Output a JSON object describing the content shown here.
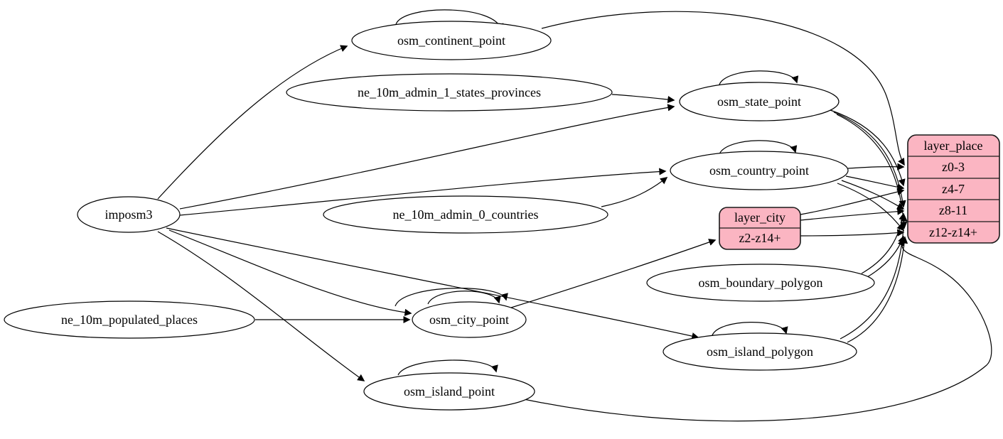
{
  "diagram": {
    "nodes": {
      "imposm3": "imposm3",
      "osm_continent_point": "osm_continent_point",
      "ne_10m_admin_1_states_provinces": "ne_10m_admin_1_states_provinces",
      "osm_state_point": "osm_state_point",
      "osm_country_point": "osm_country_point",
      "ne_10m_admin_0_countries": "ne_10m_admin_0_countries",
      "osm_boundary_polygon": "osm_boundary_polygon",
      "osm_city_point": "osm_city_point",
      "ne_10m_populated_places": "ne_10m_populated_places",
      "osm_island_polygon": "osm_island_polygon",
      "osm_island_point": "osm_island_point"
    },
    "records": {
      "layer_place": {
        "title": "layer_place",
        "rows": [
          "z0-3",
          "z4-7",
          "z8-11",
          "z12-z14+"
        ]
      },
      "layer_city": {
        "title": "layer_city",
        "rows": [
          "z2-z14+"
        ]
      }
    },
    "colors": {
      "record_fill": "#fbb5c2",
      "edge_stroke": "#000000",
      "node_fill": "#ffffff",
      "background": "#ffffff"
    }
  }
}
